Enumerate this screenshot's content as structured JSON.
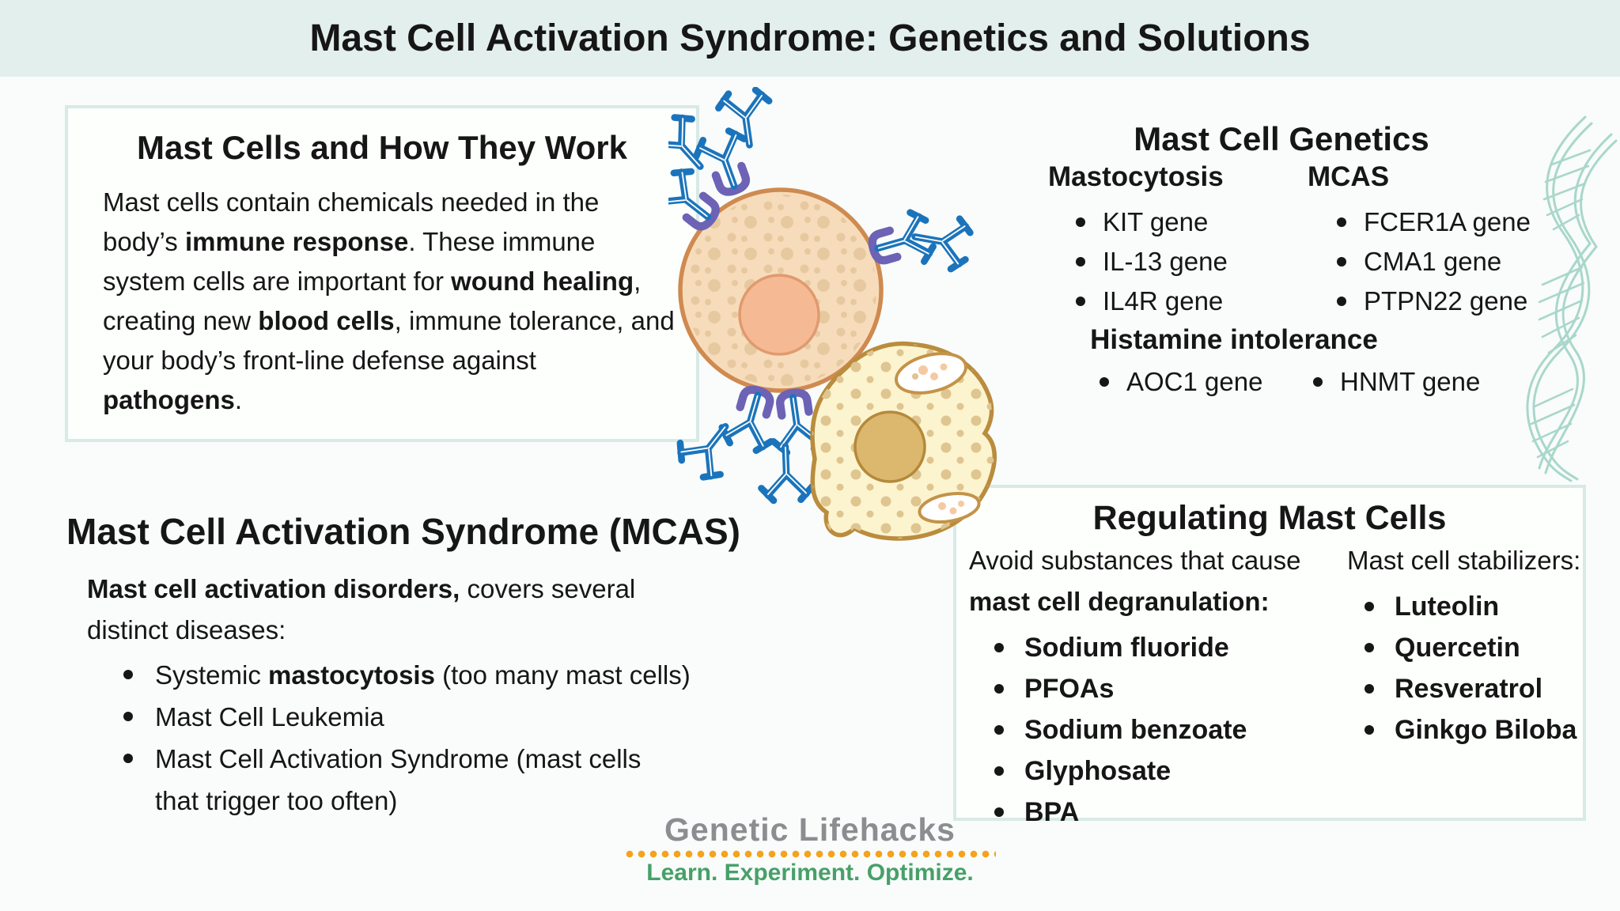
{
  "banner": {
    "title": "Mast Cell Activation Syndrome: Genetics and Solutions"
  },
  "left_box": {
    "title": "Mast Cells and How They Work",
    "lines": [
      [
        {
          "t": "Mast cells contain chemicals needed in the",
          "b": false
        }
      ],
      [
        {
          "t": "body’s ",
          "b": false
        },
        {
          "t": "immune response",
          "b": true
        },
        {
          "t": ". These immune",
          "b": false
        }
      ],
      [
        {
          "t": "system cells are important for ",
          "b": false
        },
        {
          "t": "wound healing",
          "b": true
        },
        {
          "t": ",",
          "b": false
        }
      ],
      [
        {
          "t": "creating new ",
          "b": false
        },
        {
          "t": "blood cells",
          "b": true
        },
        {
          "t": ", immune tolerance, and",
          "b": false
        }
      ],
      [
        {
          "t": "your body’s front-line defense against",
          "b": false
        }
      ],
      [
        {
          "t": "pathogens",
          "b": true
        },
        {
          "t": ".",
          "b": false
        }
      ]
    ]
  },
  "genetics": {
    "title": "Mast Cell Genetics",
    "columns": [
      {
        "header": "Mastocytosis",
        "items": [
          "KIT gene",
          "IL-13 gene",
          "IL4R gene"
        ]
      },
      {
        "header": "MCAS",
        "items": [
          "FCER1A gene",
          "CMA1 gene",
          "PTPN22 gene"
        ]
      }
    ],
    "histamine": {
      "header": "Histamine intolerance",
      "items": [
        "AOC1 gene",
        "HNMT gene"
      ]
    }
  },
  "mcas": {
    "title": "Mast Cell Activation Syndrome (MCAS)",
    "intro_line1": [
      {
        "t": "Mast cell activation disorders,",
        "b": true
      },
      {
        "t": " covers several",
        "b": false
      }
    ],
    "intro_line2": "distinct diseases:",
    "bullet1": [
      {
        "t": "Systemic ",
        "b": false
      },
      {
        "t": "mastocytosis",
        "b": true
      },
      {
        "t": " (too many mast cells)",
        "b": false
      }
    ],
    "bullet2": "Mast Cell Leukemia",
    "bullet3_line1": "Mast Cell Activation Syndrome (mast cells",
    "bullet3_line2": "that trigger too often)"
  },
  "regulating": {
    "title": "Regulating Mast Cells",
    "avoid": {
      "line1": "Avoid substances that cause",
      "line2": "mast cell degranulation:",
      "items": [
        "Sodium fluoride",
        "PFOAs",
        "Sodium benzoate",
        "Glyphosate",
        "BPA"
      ]
    },
    "stabilizers": {
      "label": "Mast cell stabilizers:",
      "items": [
        "Luteolin",
        "Quercetin",
        "Resveratrol",
        "Ginkgo Biloba"
      ]
    }
  },
  "logo": {
    "name": "Genetic Lifehacks",
    "tagline": "Learn. Experiment. Optimize."
  },
  "colors": {
    "banner_bg": "#e3efec",
    "panel_border": "#d8eae6",
    "text": "#161616",
    "cell_body": "#f7dcbb",
    "cell_outline": "#cf8a50",
    "granule": "#e7c9a0",
    "nucleus": "#f5ba93",
    "cell2_body": "#fcf4cf",
    "cell2_outline": "#ba8c3e",
    "cell2_granule": "#dfc590",
    "cell2_nucleus": "#dcb76e",
    "antibody_blue": "#1b74bb",
    "receptor_purple": "#6c63b6",
    "dna_teal": "#a9d7cb",
    "logo_gray": "#8b8e90",
    "logo_green": "#47a068",
    "dot_orange": "#f6a21c"
  }
}
